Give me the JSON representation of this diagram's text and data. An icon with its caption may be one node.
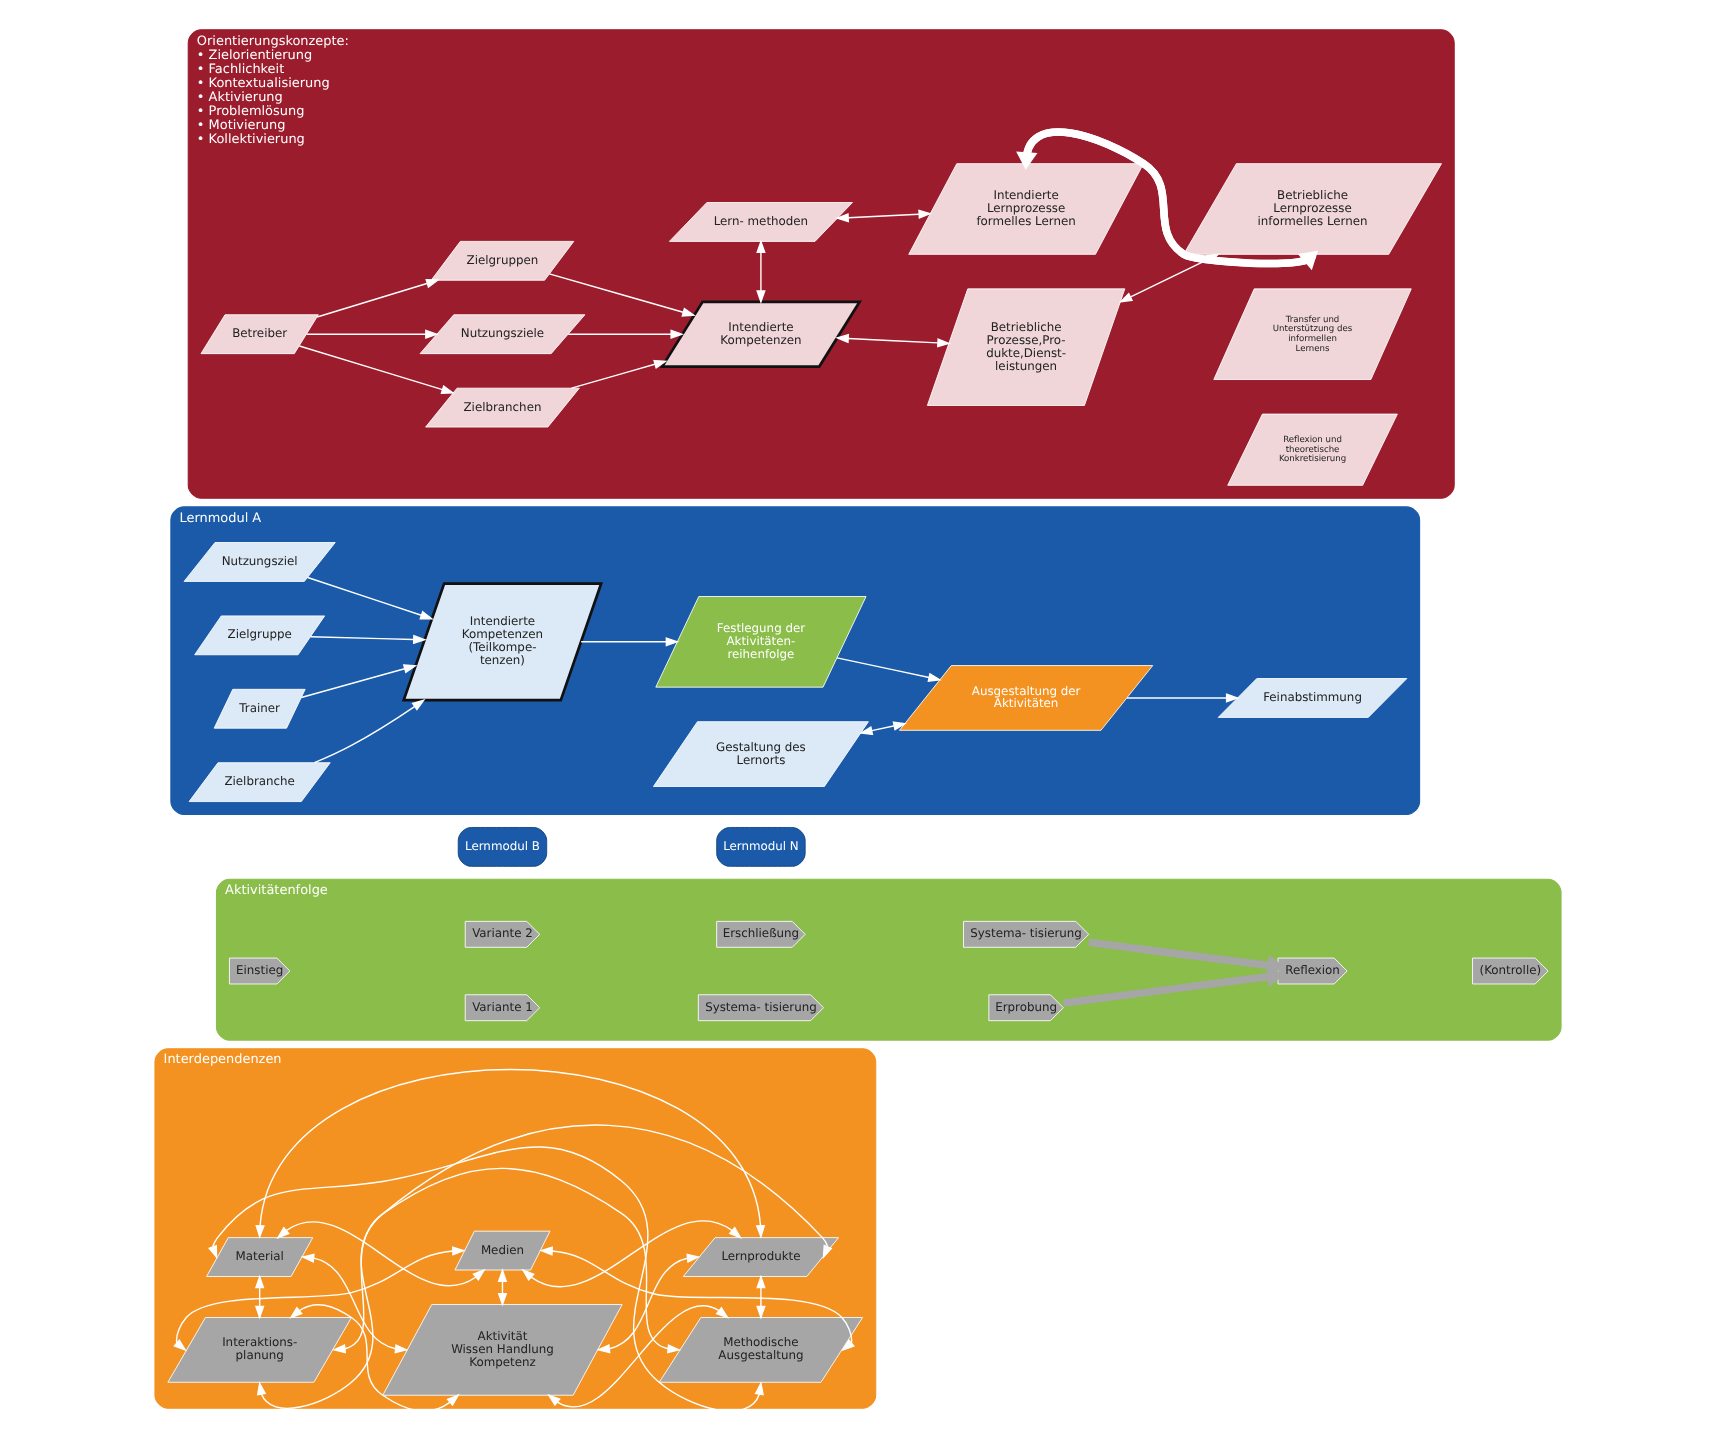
{
  "diagram": {
    "nodes": [
      {
        "text": [
          "Orientierungskonzepte:",
          "• Zielorientierung",
          "• Fachlichkeit",
          "• Kontextualisierung",
          "• Aktivierung",
          "• Problemlösung",
          "• Motivierung",
          "• Kollektivierung"
        ]
      },
      {
        "text": [
          "Betreiber"
        ],
        "in": 0
      },
      {
        "text": [
          "Zielbranchen"
        ],
        "in": 0
      },
      {
        "text": [
          "Nutzungsziele"
        ],
        "in": 0
      },
      {
        "text": [
          "Zielgruppen"
        ],
        "in": 0
      },
      {
        "text": [
          "Intendierte Kompetenzen"
        ],
        "in": 0
      },
      {
        "text": [
          "Lern- methoden"
        ],
        "in": 0
      },
      {
        "text": [
          "Betriebliche Prozesse,Pro- dukte,Dienst- leistungen"
        ],
        "in": 0
      },
      {
        "text": [
          "Betriebliche Lernprozesse informelles Lernen"
        ],
        "in": 0
      },
      {
        "text": [
          "Transfer und Unterstützung des informellen Lernens"
        ],
        "in": 0
      },
      {
        "text": [
          "Reflexion und theoretische Konkretisierung"
        ],
        "in": 0
      },
      {
        "text": [
          "Intendierte Lernprozesse formelles Lernen"
        ],
        "in": 0
      },
      {
        "text": [
          "Lernmodul A"
        ]
      },
      {
        "text": [
          "Zielbranche"
        ],
        "in": 12
      },
      {
        "text": [
          "Nutzungsziel"
        ],
        "in": 12
      },
      {
        "text": [
          "Zielgruppe"
        ],
        "in": 12
      },
      {
        "text": [
          "Trainer"
        ],
        "in": 12
      },
      {
        "text": [
          "Intendierte Kompetenzen (Teilkompe- tenzen)"
        ],
        "in": 12
      },
      {
        "text": [
          "Festlegung der Aktivitäten- reihenfolge"
        ],
        "in": 12
      },
      {
        "text": [
          "Ausgestaltung der Aktivitäten"
        ],
        "in": 12
      },
      {
        "text": [
          "Gestaltung des Lernorts"
        ],
        "in": 12
      },
      {
        "text": [
          "Feinabstimmung"
        ],
        "in": 12
      },
      {
        "text": [
          "Lernmodul B"
        ]
      },
      {
        "text": [
          "Lernmodul N"
        ]
      },
      {
        "text": [
          "Aktivitätenfolge"
        ]
      },
      {
        "text": [
          "Einstieg"
        ],
        "in": 24
      },
      {
        "text": [
          "Variante 1"
        ],
        "in": 24
      },
      {
        "text": [
          "Variante 2"
        ],
        "in": 24
      },
      {
        "text": [
          "Systema- tisierung"
        ],
        "in": 24
      },
      {
        "text": [
          "Erprobung"
        ],
        "in": 24
      },
      {
        "text": [
          "Reflexion"
        ],
        "in": 24
      },
      {
        "text": [
          "(Kontrolle)"
        ],
        "in": 24
      },
      {
        "text": [
          "Erschließung"
        ],
        "in": 24
      },
      {
        "text": [
          "Systema- tisierung"
        ],
        "in": 24
      },
      {
        "text": [
          "Interdependenzen"
        ]
      },
      {
        "text": [
          "Medien"
        ],
        "in": 34
      },
      {
        "text": [
          "Material"
        ],
        "in": 34
      },
      {
        "text": [
          "Aktivität",
          "Wissen Handlung Kompetenz"
        ],
        "in": 34
      },
      {
        "text": [
          "Lernprodukte"
        ],
        "in": 34
      },
      {
        "text": [
          "Interaktions- planung"
        ],
        "in": 34
      },
      {
        "text": [
          "Methodische Ausgestaltung"
        ],
        "in": 34
      }
    ],
    "edges": [
      {
        "from": 1,
        "to": 2,
        "arrow": "to"
      },
      {
        "from": 1,
        "to": 3,
        "arrow": "to"
      },
      {
        "from": 1,
        "to": 4,
        "arrow": "to"
      },
      {
        "from": 2,
        "to": 5,
        "arrow": "to"
      },
      {
        "from": 3,
        "to": 5,
        "arrow": "to"
      },
      {
        "from": 4,
        "to": 5,
        "arrow": "to"
      },
      {
        "from": 5,
        "to": 7,
        "arrow": "both"
      },
      {
        "from": 5,
        "to": 6,
        "arrow": "both"
      },
      {
        "from": 7,
        "to": 8,
        "arrow": "both"
      },
      {
        "from": 6,
        "to": 11,
        "arrow": "both"
      },
      {
        "from": 11,
        "to": 8,
        "arrow": "to",
        "style": "thick"
      },
      {
        "from": 8,
        "to": 11,
        "arrow": "to",
        "style": "thick"
      },
      {
        "from": 13,
        "to": 17,
        "arrow": "to"
      },
      {
        "from": 14,
        "to": 17,
        "arrow": "to"
      },
      {
        "from": 15,
        "to": 17,
        "arrow": "to"
      },
      {
        "from": 16,
        "to": 17,
        "arrow": "to"
      },
      {
        "from": 17,
        "to": 18,
        "arrow": "to"
      },
      {
        "from": 18,
        "to": 19,
        "arrow": "to"
      },
      {
        "from": 20,
        "to": 19,
        "arrow": "both"
      },
      {
        "from": 19,
        "to": 21,
        "arrow": "to"
      },
      {
        "from": 29,
        "to": 30,
        "arrow": "to",
        "style": "thick",
        "color": "#a6a6a6"
      },
      {
        "from": 33,
        "to": 30,
        "arrow": "to",
        "style": "thick",
        "color": "#a6a6a6"
      },
      {
        "from": 35,
        "to": 36,
        "arrow": "both"
      },
      {
        "from": 35,
        "to": 37,
        "arrow": "both"
      },
      {
        "from": 35,
        "to": 38,
        "arrow": "both"
      },
      {
        "from": 35,
        "to": 39,
        "arrow": "both"
      },
      {
        "from": 35,
        "to": 40,
        "arrow": "both"
      },
      {
        "from": 36,
        "to": 37,
        "arrow": "both"
      },
      {
        "from": 36,
        "to": 38,
        "arrow": "both"
      },
      {
        "from": 36,
        "to": 39,
        "arrow": "both"
      },
      {
        "from": 36,
        "to": 40,
        "arrow": "both"
      },
      {
        "from": 37,
        "to": 38,
        "arrow": "both"
      },
      {
        "from": 37,
        "to": 39,
        "arrow": "both"
      },
      {
        "from": 37,
        "to": 40,
        "arrow": "both"
      },
      {
        "from": 38,
        "to": 39,
        "arrow": "both"
      },
      {
        "from": 38,
        "to": 40,
        "arrow": "both"
      },
      {
        "from": 39,
        "to": 40,
        "arrow": "both"
      }
    ]
  }
}
